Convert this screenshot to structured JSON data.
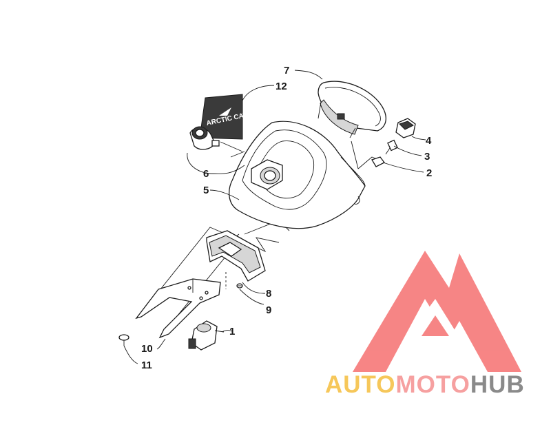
{
  "callouts": {
    "c1": "1",
    "c2": "2",
    "c3": "3",
    "c4": "4",
    "c5": "5",
    "c6": "6",
    "c7": "7",
    "c8": "8",
    "c9": "9",
    "c10": "10",
    "c11": "11",
    "c12": "12"
  },
  "decal_text": "ARCTIC CAT",
  "watermark": {
    "part1": "AUTO",
    "part2": "MOTO",
    "part3": "HUB",
    "color_gold": "#f6c75a",
    "color_pink": "#f6a0a0",
    "color_gray": "#8a8a8a",
    "color_logo": "#f67878"
  }
}
